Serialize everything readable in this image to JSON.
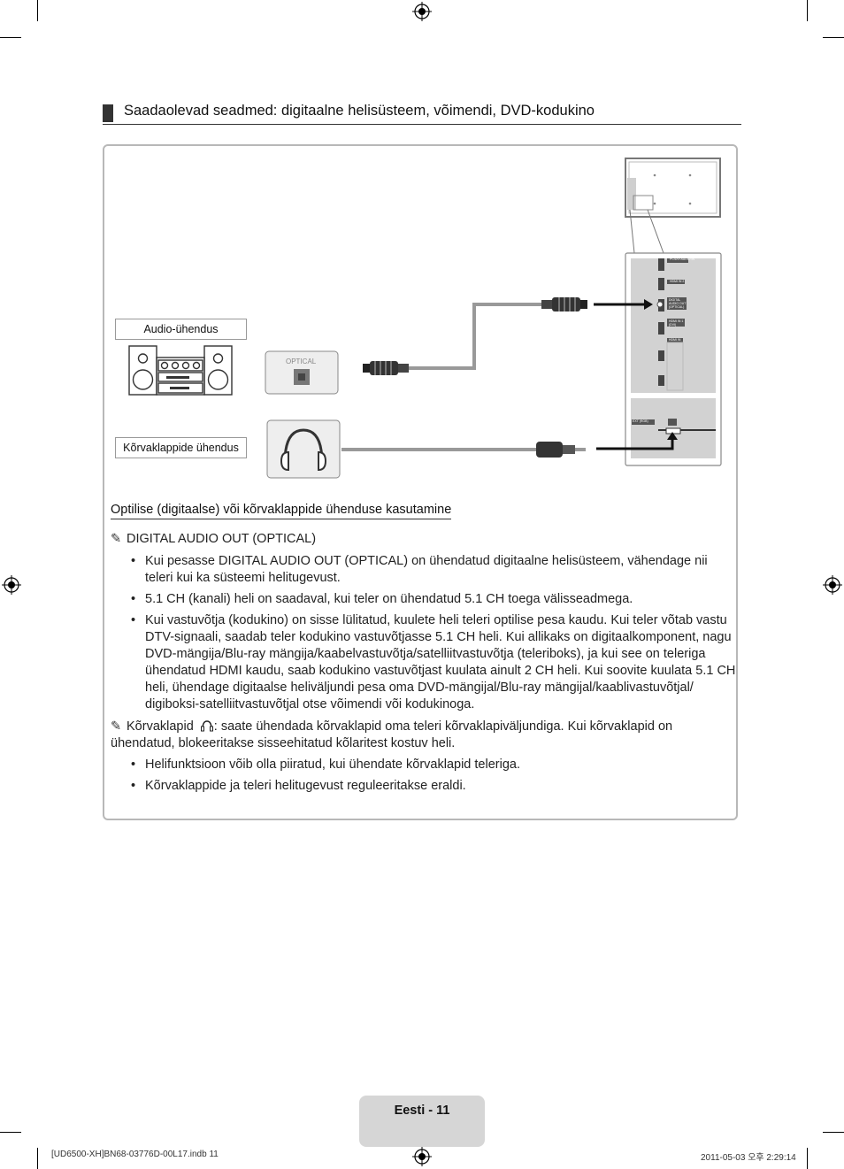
{
  "section_title": "Saadaolevad seadmed: digitaalne helisüsteem, võimendi, DVD-kodukino",
  "diagram": {
    "audio_label": "Audio-ühendus",
    "headphone_label": "Kõrvaklappide ühendus",
    "optical_port_label": "OPTICAL",
    "tv_port_labels": [
      "PC/DVI AUDIO IN",
      "HDMI IN 2",
      "DIGITAL AUDIO OUT (OPTICAL)",
      "HDMI IN 1 (DVI)",
      "HDMI IN",
      "EXT (RGB)"
    ]
  },
  "subheading": "Optilise (digitaalse) või kõrvaklappide ühenduse kasutamine",
  "notes": {
    "optical_head": "DIGITAL AUDIO OUT (OPTICAL)",
    "optical_bullets": [
      "Kui pesasse DIGITAL AUDIO OUT (OPTICAL) on ühendatud digitaalne helisüsteem, vähendage nii teleri kui ka süsteemi helitugevust.",
      "5.1 CH (kanali) heli on saadaval, kui teler on ühendatud 5.1 CH toega välisseadmega.",
      "Kui vastuvõtja (kodukino) on sisse lülitatud, kuulete heli teleri optilise pesa kaudu. Kui teler võtab vastu DTV-signaali, saadab teler kodukino vastuvõtjasse 5.1 CH heli. Kui allikaks on digitaalkomponent, nagu DVD-mängija/Blu-ray mängija/kaabelvastuvõtja/satelliitvastuvõtja (teleriboks), ja kui see on teleriga ühendatud HDMI kaudu, saab kodukino vastuvõtjast kuulata ainult 2 CH heli. Kui soovite kuulata 5.1 CH heli, ühendage digitaalse heliväljundi pesa oma DVD-mängijal/Blu-ray mängijal/kaablivastuvõtjal/ digiboksi-satelliitvastuvõtjal otse võimendi või kodukinoga."
    ],
    "headphone_head_bold": "Kõrvaklapid",
    "headphone_head_rest": ": saate ühendada kõrvaklapid oma teleri kõrvaklapiväljundiga. Kui kõrvaklapid on ühendatud, blokeeritakse sisseehitatud kõlaritest kostuv heli.",
    "headphone_bullets": [
      "Helifunktsioon võib olla piiratud, kui ühendate kõrvaklapid teleriga.",
      "Kõrvaklappide ja teleri helitugevust reguleeritakse eraldi."
    ]
  },
  "footer": {
    "page_label": "Eesti - 11",
    "file_info": "[UD6500-XH]BN68-03776D-00L17.indb   11",
    "date_info": "2011-05-03   오후 2:29:14"
  },
  "colors": {
    "frame": "#b8b8b8",
    "footer_tab": "#d6d6d6",
    "cable": "#9a9a9a"
  }
}
